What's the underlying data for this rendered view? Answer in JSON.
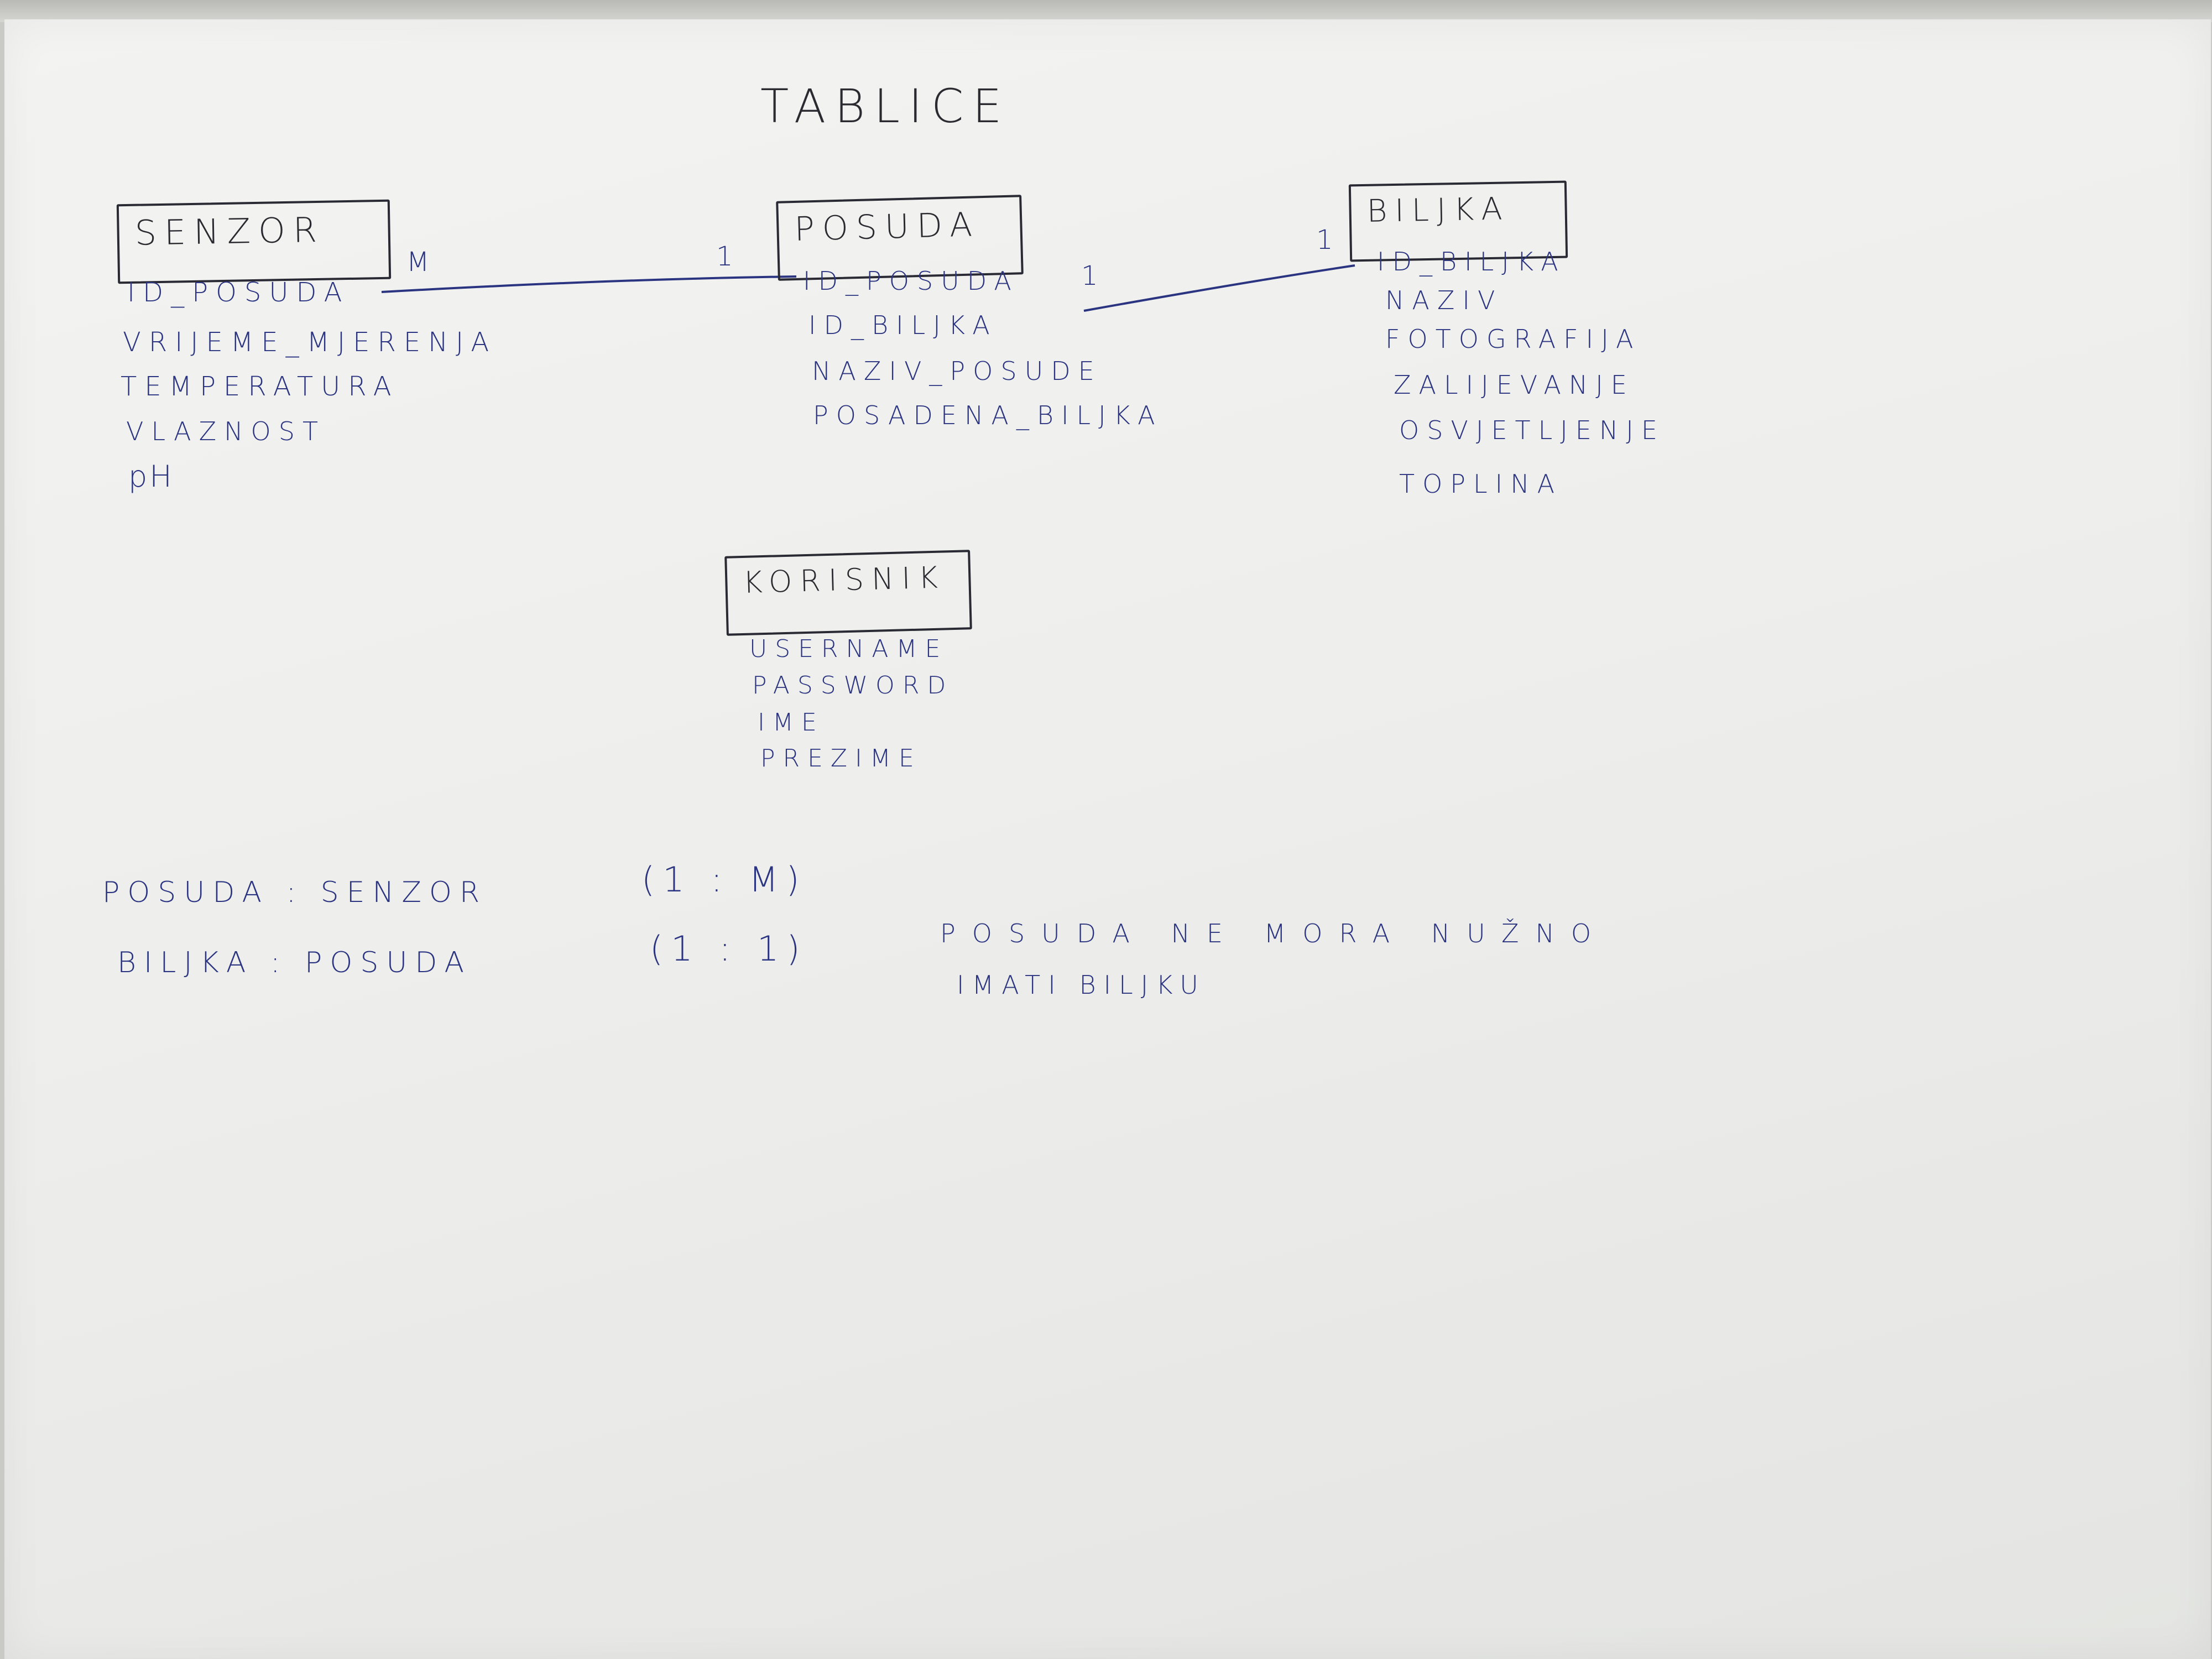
{
  "title": "TABLICE",
  "entities": {
    "senzor": {
      "name": "SENZOR",
      "fields": [
        "ID_POSUDA",
        "VRIJEME_MJERENJA",
        "TEMPERATURA",
        "VLAZNOST",
        "pH"
      ]
    },
    "posuda": {
      "name": "POSUDA",
      "fields": [
        "ID_POSUDA",
        "ID_BILJKA",
        "NAZIV_POSUDE",
        "POSADENA_BILJKA"
      ]
    },
    "biljka": {
      "name": "BILJKA",
      "fields": [
        "ID_BILJKA",
        "NAZIV",
        "FOTOGRAFIJA",
        "ZALIJEVANJE",
        "OSVJETLJENJE",
        "TOPLINA"
      ]
    },
    "korisnik": {
      "name": "KORISNIK",
      "fields": [
        "USERNAME",
        "PASSWORD",
        "IME",
        "PREZIME"
      ]
    }
  },
  "relationship_labels": {
    "senzor_side": "M",
    "posuda_side_senzor": "1",
    "posuda_side_biljka": "1",
    "biljka_side": "1"
  },
  "notes": {
    "rel1_left": "POSUDA : SENZOR",
    "rel1_right": "(1 : M)",
    "rel2_left": "BILJKA : POSUDA",
    "rel2_right": "(1 : 1)",
    "remark_line1": "POSUDA NE MORA NUŽNO",
    "remark_line2": "IMATI BILJKU"
  },
  "colors": {
    "ink": "#2b3480",
    "box_ink": "#2a2a34",
    "paper": "#efefed"
  }
}
